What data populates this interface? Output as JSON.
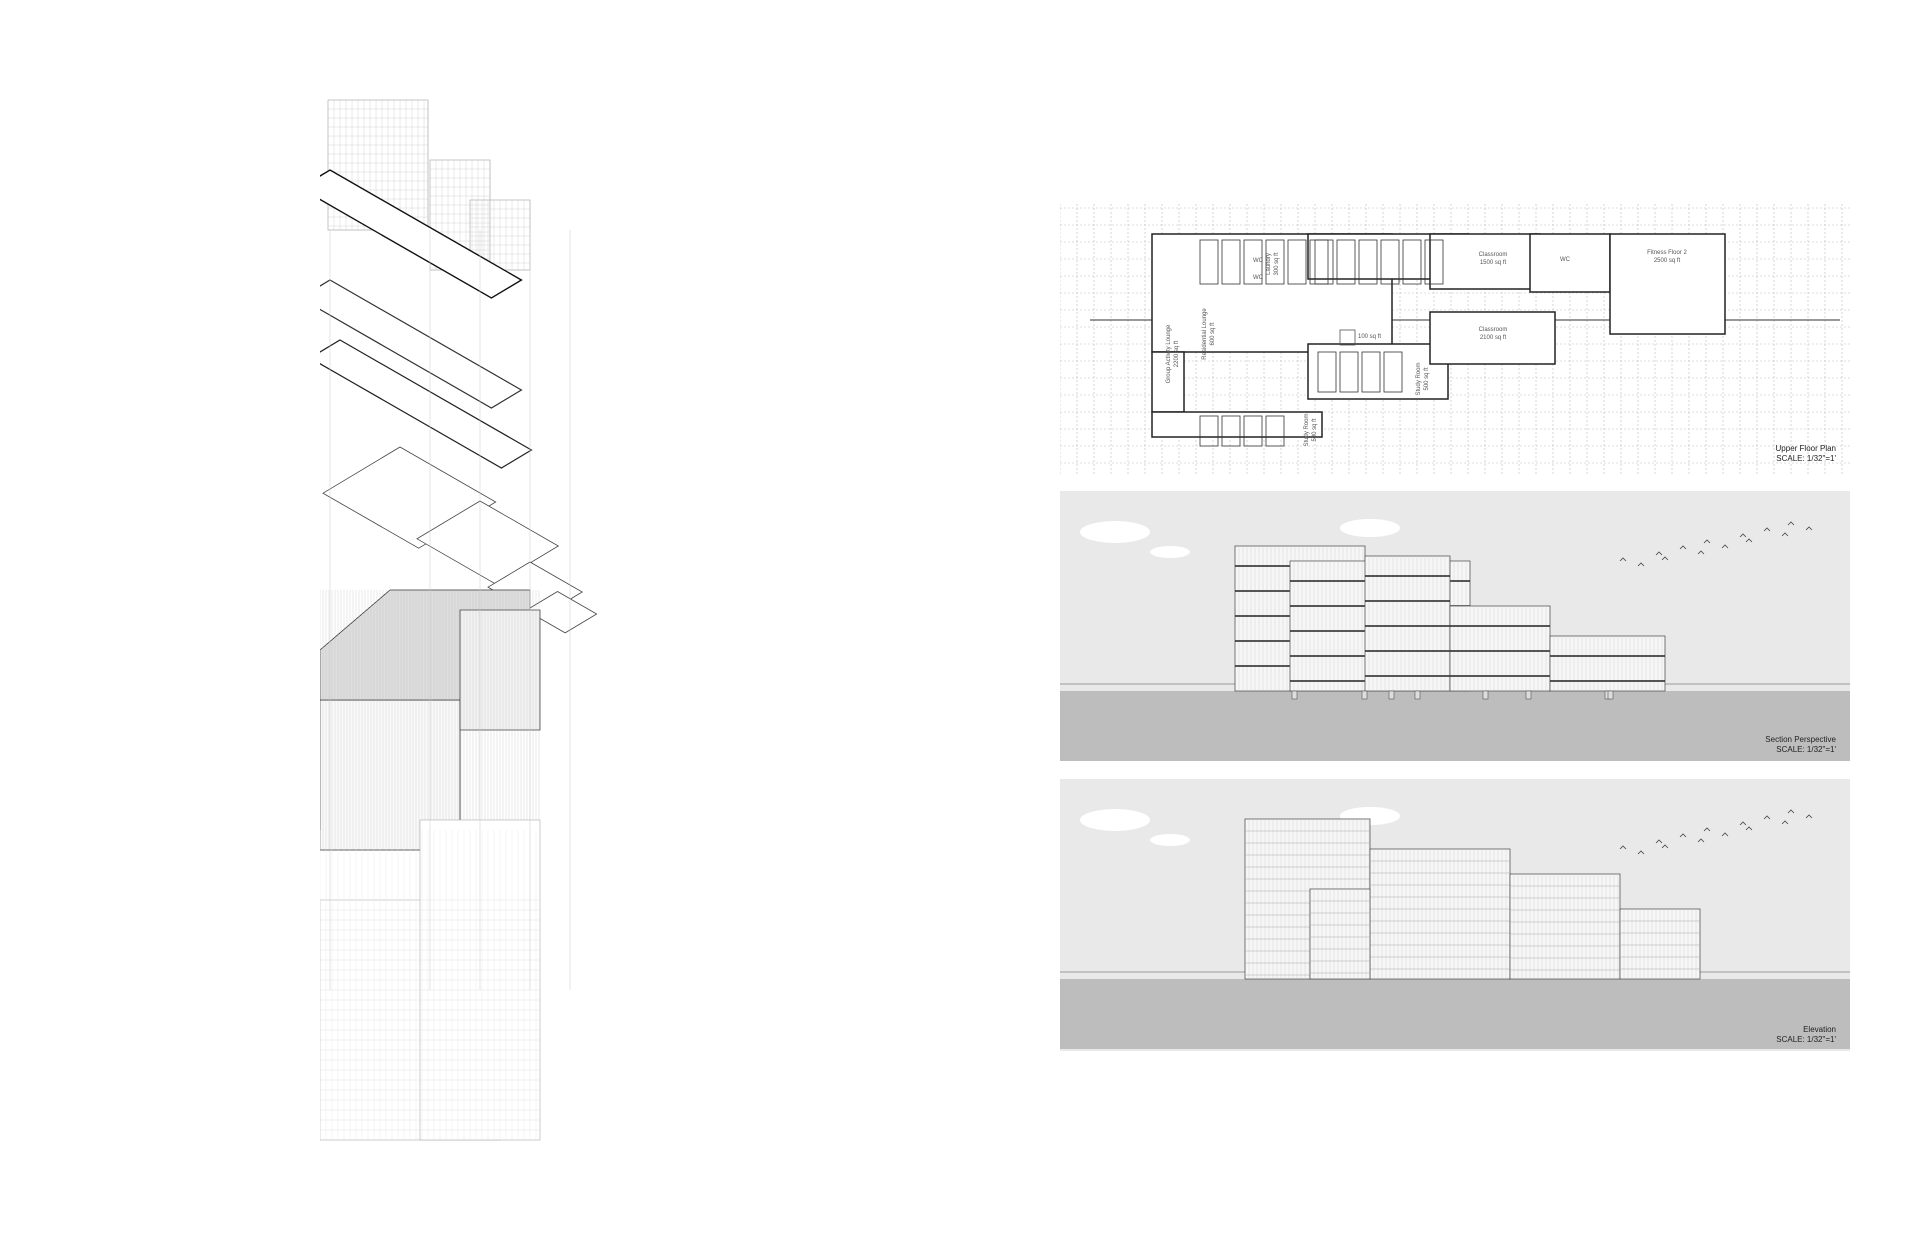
{
  "plan": {
    "title": "Upper Floor Plan",
    "scale": "SCALE: 1/32\"=1'",
    "rooms": [
      {
        "name": "Group Activity Lounge",
        "area": "2200 sq ft"
      },
      {
        "name": "Residential Lounge",
        "area": "600 sq ft"
      },
      {
        "name": "Laundry",
        "area": "300 sq ft"
      },
      {
        "name": "WC",
        "area": ""
      },
      {
        "name": "WC",
        "area": ""
      },
      {
        "name": "Classroom",
        "area": "1500 sq ft"
      },
      {
        "name": "WC",
        "area": ""
      },
      {
        "name": "Fitness Floor 2",
        "area": "2500 sq ft"
      },
      {
        "name": "Classroom",
        "area": "2100 sq ft"
      },
      {
        "name": "Study Room",
        "area": "500 sq ft"
      },
      {
        "name": "Study Room",
        "area": "500 sq ft"
      }
    ],
    "legend_area": "100 sq ft"
  },
  "section": {
    "title": "Section Perspective",
    "scale": "SCALE: 1/32\"=1'"
  },
  "elevation": {
    "title": "Elevation",
    "scale": "SCALE: 1/32\"=1'"
  },
  "colors": {
    "line": "#222222",
    "panel_bg": "#e9e9e9",
    "ground": "#bdbdbd"
  }
}
